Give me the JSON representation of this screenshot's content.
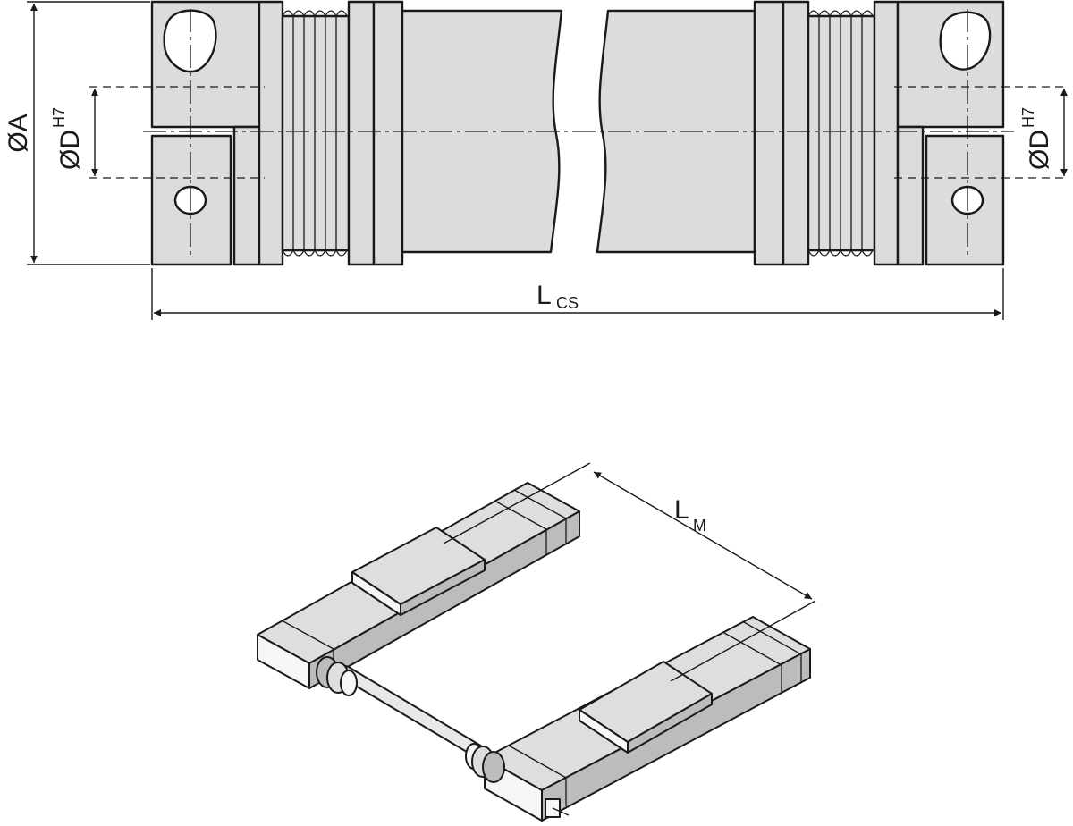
{
  "labels": {
    "outer_diameter": {
      "main": "ØA"
    },
    "bore_left": {
      "main": "ØD",
      "sup": "H7"
    },
    "bore_right": {
      "main": "ØD",
      "sup": "H7"
    },
    "coupling_length": {
      "main": "L",
      "sub": "CS"
    },
    "module_distance": {
      "main": "L",
      "sub": "M"
    }
  }
}
